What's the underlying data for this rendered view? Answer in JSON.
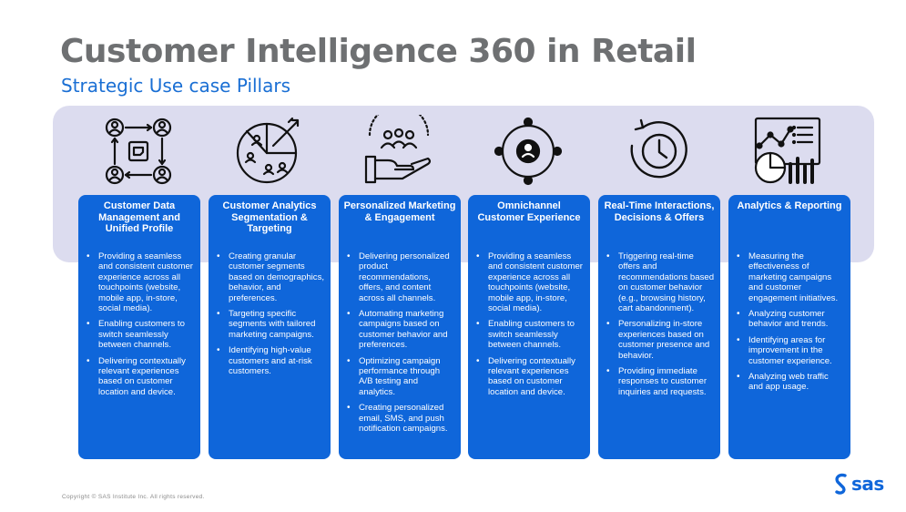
{
  "header": {
    "title": "Customer Intelligence 360 in Retail",
    "subtitle": "Strategic Use case Pillars"
  },
  "colors": {
    "accent": "#0f66da",
    "band": "#dcdcef",
    "title": "#6e7072"
  },
  "pillars": [
    {
      "icon": "customer-profile-icon",
      "title": "Customer Data Management and Unified Profile",
      "bullets": [
        "Providing a seamless and consistent customer experience across all touchpoints (website, mobile app, in-store, social media).",
        "Enabling customers to switch seamlessly between channels.",
        "Delivering contextually relevant experiences based on customer location and device."
      ]
    },
    {
      "icon": "segmentation-target-icon",
      "title": "Customer Analytics Segmentation & Targeting",
      "bullets": [
        "Creating granular customer segments based on demographics, behavior, and preferences.",
        "Targeting specific segments with tailored marketing campaigns.",
        "Identifying high-value customers and at-risk customers."
      ]
    },
    {
      "icon": "personalized-hand-icon",
      "title": "Personalized Marketing & Engagement",
      "bullets": [
        "Delivering personalized product recommendations, offers, and content across all channels.",
        "Automating marketing campaigns based on customer behavior and preferences.",
        "Optimizing campaign performance through A/B testing and analytics.",
        "Creating personalized email, SMS, and push notification campaigns."
      ]
    },
    {
      "icon": "omnichannel-icon",
      "title": "Omnichannel Customer Experience",
      "bullets": [
        "Providing a seamless and consistent customer experience across all touchpoints (website, mobile app, in-store, social media).",
        "Enabling customers to switch seamlessly between channels.",
        "Delivering contextually relevant experiences based on customer location and device."
      ]
    },
    {
      "icon": "realtime-clock-icon",
      "title": "Real-Time Interactions, Decisions & Offers",
      "bullets": [
        "Triggering real-time offers and recommendations based on customer behavior (e.g., browsing history, cart abandonment).",
        "Personalizing in-store experiences based on customer presence and behavior.",
        "Providing immediate responses to customer inquiries and requests."
      ]
    },
    {
      "icon": "analytics-dashboard-icon",
      "title": "Analytics & Reporting",
      "bullets": [
        "Measuring the effectiveness of marketing campaigns and customer engagement initiatives.",
        "Analyzing customer behavior and trends.",
        "Identifying areas for improvement in the customer experience.",
        "Analyzing web traffic and app usage."
      ]
    }
  ],
  "footer": {
    "copyright": "Copyright © SAS Institute Inc. All rights reserved.",
    "logo": "sas"
  }
}
